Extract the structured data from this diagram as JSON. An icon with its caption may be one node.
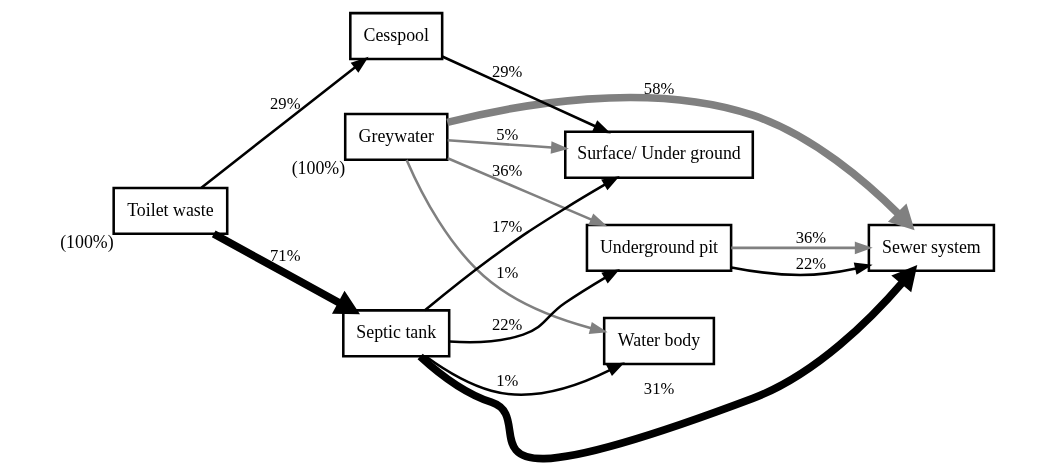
{
  "diagram": {
    "nodes": [
      {
        "text": [
          "Greywater"
        ],
        "beside": [
          "(100%)"
        ]
      },
      {
        "text": [
          "Toilet waste"
        ],
        "beside": [
          "(100%)"
        ]
      },
      {
        "text": [
          "Septic tank"
        ]
      },
      {
        "text": [
          "Cesspool"
        ]
      },
      {
        "text": [
          "Underground pit"
        ]
      },
      {
        "text": [
          "Sewer system"
        ]
      },
      {
        "text": [
          "Surface/ Under ground"
        ]
      },
      {
        "text": [
          "Water body"
        ]
      }
    ],
    "edges": [
      {
        "from": 0,
        "to": 5,
        "arrow": "to",
        "label": "58%",
        "style": "thick",
        "color": "#808080"
      },
      {
        "from": 0,
        "to": 4,
        "arrow": "to",
        "label": "36%",
        "color": "#808080"
      },
      {
        "from": 0,
        "to": 6,
        "arrow": "to",
        "label": "5%",
        "color": "#808080"
      },
      {
        "from": 0,
        "to": 7,
        "arrow": "to",
        "label": "1%",
        "color": "#808080"
      },
      {
        "from": 1,
        "to": 2,
        "arrow": "to",
        "label": "71%",
        "style": "thick"
      },
      {
        "from": 1,
        "to": 3,
        "arrow": "to",
        "label": "29%"
      },
      {
        "from": 2,
        "to": 5,
        "arrow": "to",
        "label": "31%",
        "style": "thick"
      },
      {
        "from": 2,
        "to": 4,
        "arrow": "to",
        "label": "22%"
      },
      {
        "from": 2,
        "to": 6,
        "arrow": "to",
        "label": "17%"
      },
      {
        "from": 2,
        "to": 7,
        "arrow": "to",
        "label": "1%"
      },
      {
        "from": 4,
        "to": 5,
        "arrow": "to",
        "label": "36%",
        "color": "#808080"
      },
      {
        "from": 4,
        "to": 5,
        "arrow": "to",
        "label": "22%"
      },
      {
        "from": 3,
        "to": 6,
        "arrow": "to",
        "label": "29%"
      }
    ]
  }
}
